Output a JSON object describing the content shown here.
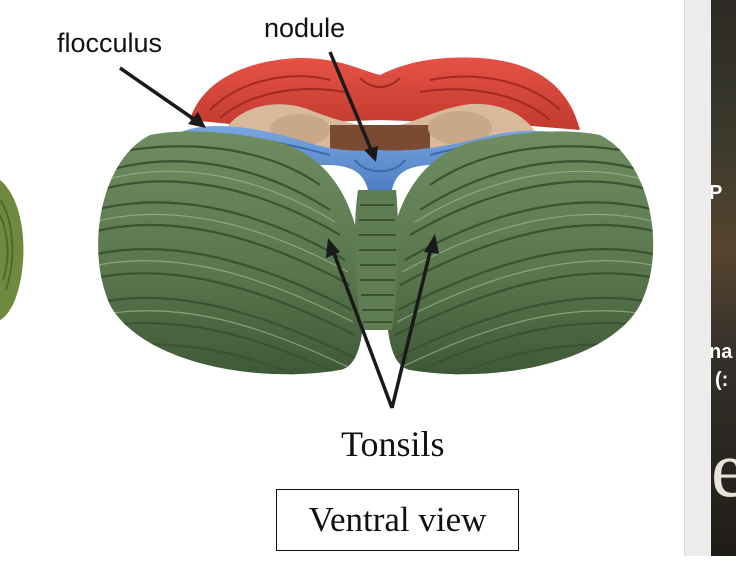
{
  "labels": {
    "flocculus": "flocculus",
    "nodule": "nodule",
    "tonsils": "Tonsils",
    "view": "Ventral view"
  },
  "side_panel": {
    "fragment_1": "P",
    "fragment_2": "na",
    "fragment_3": "(:",
    "fragment_4": "e"
  },
  "colors": {
    "vermis_red": "#e04a3e",
    "flocculus_blue": "#5b8fd4",
    "hemisphere_green": "#5b7a4e",
    "inner_tan": "#d6b79a",
    "arrow": "#1a1a1a"
  }
}
